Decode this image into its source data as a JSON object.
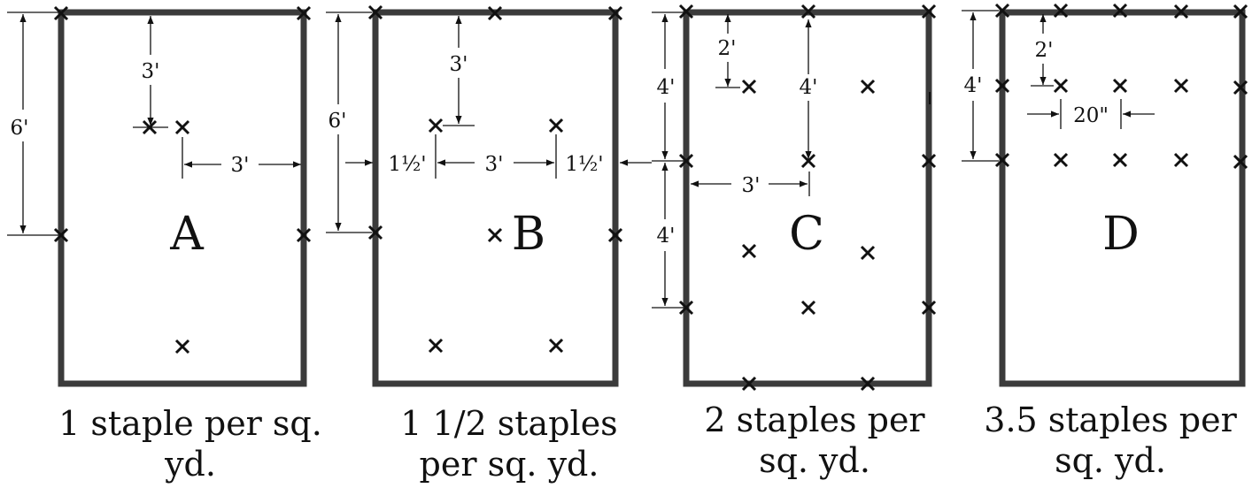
{
  "panels": [
    {
      "letter": "A",
      "caption_line1": "1 staple per sq.",
      "caption_line2": "yd.",
      "dims": [
        "6'",
        "3'",
        "3'"
      ]
    },
    {
      "letter": "B",
      "caption_line1": "1 1/2 staples",
      "caption_line2": "per sq. yd.",
      "dims": [
        "6'",
        "3'",
        "1½'",
        "3'",
        "1½'"
      ]
    },
    {
      "letter": "C",
      "caption_line1": "2 staples per",
      "caption_line2": "sq. yd.",
      "dims": [
        "2'",
        "4'",
        "4'",
        "3'",
        "4'"
      ]
    },
    {
      "letter": "D",
      "caption_line1": "3.5 staples per",
      "caption_line2": "sq. yd.",
      "dims": [
        "4'",
        "2'",
        "20\""
      ]
    }
  ],
  "colors": {
    "frame": "#3b3b3b",
    "ink": "#111111",
    "background": "#ffffff"
  }
}
